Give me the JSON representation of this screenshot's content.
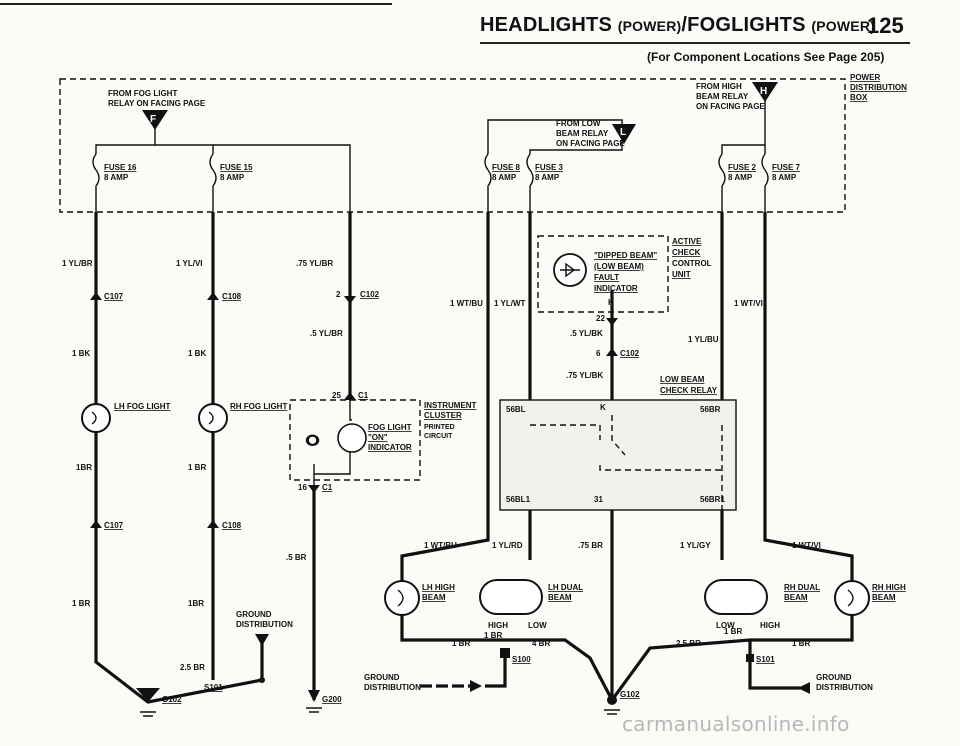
{
  "header": {
    "title_main_1": "HEADLIGHTS",
    "title_sub_1": "(POWER)",
    "title_sep": "/",
    "title_main_2": "FOGLIGHTS",
    "title_sub_2": "(POWER)",
    "page_number": "125",
    "subtitle": "(For Component Locations See Page 205)"
  },
  "power_box": {
    "label": [
      "POWER",
      "DISTRIBUTION",
      "BOX"
    ],
    "from_fog_relay": [
      "FROM FOG LIGHT",
      "RELAY ON FACING PAGE"
    ],
    "fog_relay_marker": "F",
    "from_high_relay": [
      "FROM HIGH",
      "BEAM RELAY",
      "ON FACING PAGE"
    ],
    "high_relay_marker": "H",
    "from_low_relay": [
      "FROM LOW",
      "BEAM RELAY",
      "ON FACING PAGE"
    ],
    "low_relay_marker": "L",
    "fuses": [
      {
        "name": "FUSE 16",
        "rating": "8 AMP"
      },
      {
        "name": "FUSE 15",
        "rating": "8 AMP"
      },
      {
        "name": "FUSE 8",
        "rating": "8 AMP"
      },
      {
        "name": "FUSE 3",
        "rating": "8 AMP"
      },
      {
        "name": "FUSE 2",
        "rating": "8 AMP"
      },
      {
        "name": "FUSE 7",
        "rating": "8 AMP"
      }
    ]
  },
  "wires": {
    "w1": "1 YL/BR",
    "w2": "1 YL/VI",
    "w3": ".75 YL/BR",
    "w4": ".5 YL/BR",
    "w5": "1 BK",
    "w6": "1 BK",
    "w7": "1BR",
    "w8": "1 BR",
    "w9": "1 BR",
    "w10": "1BR",
    "w11": "2.5 BR",
    "w12": ".5 BR",
    "w13": "1 WT/BU",
    "w14": "1 YL/WT",
    "w15": ".5 YL/BK",
    "w16": ".75 YL/BK",
    "w17": "1 YL/BU",
    "w18": "1 WT/VI",
    "w19": "1 WT/BU",
    "w20": "1 YL/RD",
    "w21": ".75 BR",
    "w22": "1 YL/GY",
    "w23": "1 WT/VI",
    "w24": "1 BR",
    "w25": "1 BR",
    "w26": "4 BR",
    "w27": "2.5 BR",
    "w28": "1 BR",
    "w29": "1 BR"
  },
  "connectors": {
    "c1": "C107",
    "c2": "C108",
    "c3": "C102",
    "c4": "C1",
    "c5": "C1",
    "c6": "C107",
    "c7": "C108",
    "c8": "C102",
    "pin_2": "2",
    "pin_25": "25",
    "pin_16": "16",
    "pin_22": "22",
    "pin_6": "6",
    "pin_k": "K"
  },
  "components": {
    "lh_fog": "LH FOG LIGHT",
    "rh_fog": "RH FOG LIGHT",
    "instrument_cluster": [
      "INSTRUMENT",
      "CLUSTER",
      "PRINTED",
      "CIRCUIT"
    ],
    "fog_indicator": [
      "FOG LIGHT",
      "\"ON\"",
      "INDICATOR"
    ],
    "active_check": [
      "ACTIVE",
      "CHECK",
      "CONTROL",
      "UNIT"
    ],
    "dipped_beam": [
      "\"DIPPED BEAM\"",
      "(LOW BEAM)",
      "FAULT",
      "INDICATOR"
    ],
    "low_beam_relay": [
      "LOW BEAM",
      "CHECK RELAY"
    ],
    "relay_pins": {
      "p1": "56BL",
      "p2": "K",
      "p3": "56BR",
      "p4": "56BL1",
      "p5": "31",
      "p6": "56BR1"
    },
    "lh_high": [
      "LH HIGH",
      "BEAM"
    ],
    "lh_dual": [
      "LH DUAL",
      "BEAM"
    ],
    "rh_dual": [
      "RH DUAL",
      "BEAM"
    ],
    "rh_high": [
      "RH HIGH",
      "BEAM"
    ],
    "high": "HIGH",
    "low": "LOW"
  },
  "grounds": {
    "g1": "G102",
    "g2": "G200",
    "g3": "G102",
    "s101a": "S101",
    "s100": "S100",
    "s101b": "S101",
    "gnd_dist_a": [
      "GROUND",
      "DISTRIBUTION"
    ],
    "gnd_dist_b": [
      "GROUND",
      "DISTRIBUTION"
    ],
    "gnd_dist_c": [
      "GROUND",
      "DISTRIBUTION"
    ]
  },
  "watermark": "carmanualsonline.info"
}
